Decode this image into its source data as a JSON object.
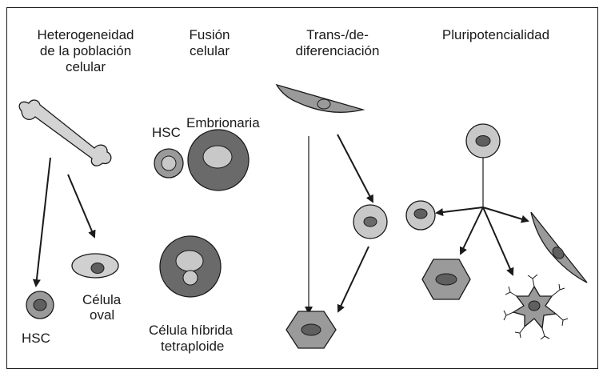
{
  "columns": {
    "heterogeneity": {
      "line1": "Heterogeneidad",
      "line2": "de la población",
      "line3": "celular"
    },
    "fusion": {
      "line1": "Fusión",
      "line2": "celular"
    },
    "transdiff": {
      "line1": "Trans-/de-",
      "line2": "diferenciación"
    },
    "pluripotency": {
      "line1": "Pluripotencialidad"
    }
  },
  "labels": {
    "hsc_bottom": "HSC",
    "oval_cell_1": "Célula",
    "oval_cell_2": "oval",
    "hsc_fusion": "HSC",
    "embryonic": "Embrionaria",
    "hybrid_1": "Célula híbrida",
    "hybrid_2": "tetraploide"
  },
  "colors": {
    "cell_light": "#c8c8c8",
    "cell_mid": "#9a9a9a",
    "cell_dark": "#6a6a6a",
    "nucleus": "#5f5f5f",
    "outline": "#1a1a1a"
  }
}
